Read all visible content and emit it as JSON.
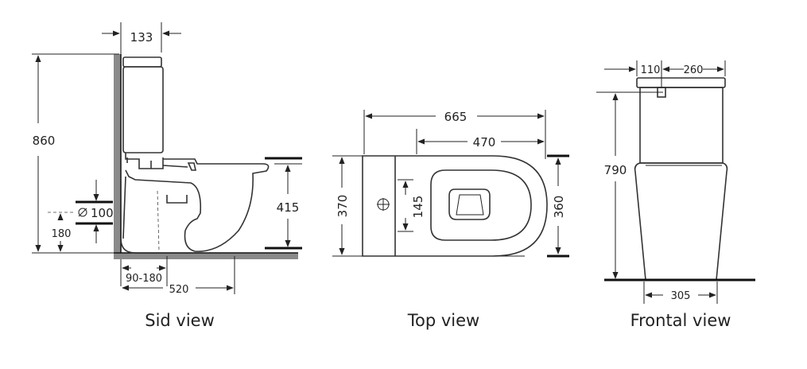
{
  "side_view": {
    "caption": "Sid view",
    "dims": {
      "tank_depth": "133",
      "total_height": "860",
      "pipe_diameter": "100",
      "outlet_height": "180",
      "outlet_offset": "90-180",
      "length": "520",
      "seat_height": "415"
    }
  },
  "top_view": {
    "caption": "Top view",
    "dims": {
      "total_length": "665",
      "bowl_length": "470",
      "tank_width": "370",
      "hole_spacing": "145",
      "bowl_width": "360"
    }
  },
  "front_view": {
    "caption": "Frontal view",
    "dims": {
      "button_offset": "110",
      "button_to_edge": "260",
      "height": "790",
      "base_width": "305"
    }
  }
}
